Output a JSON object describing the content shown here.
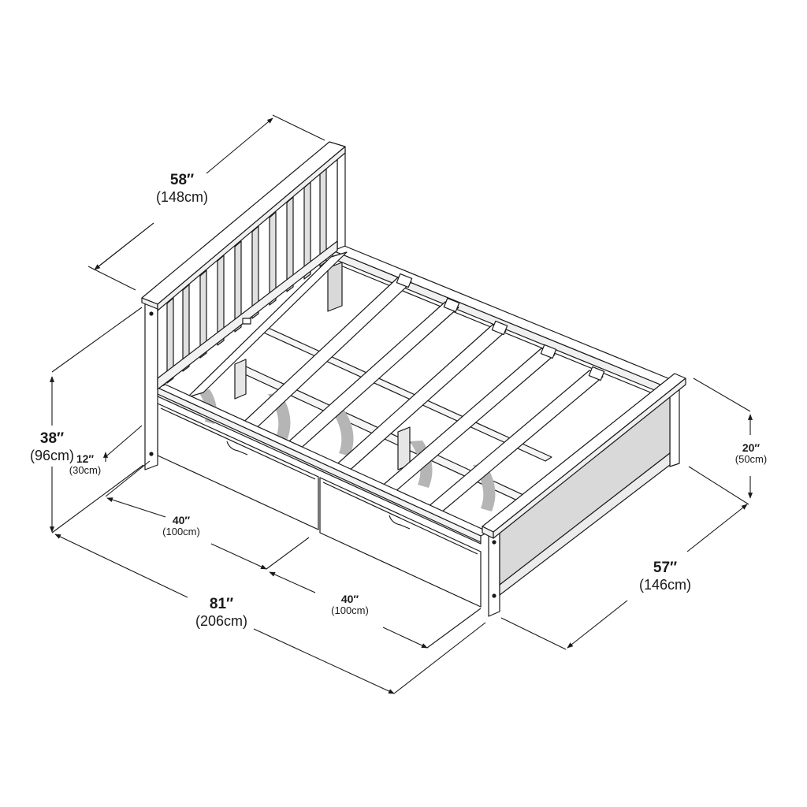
{
  "diagram": {
    "subject": "Full-size bed with headboard, footboard, slat support and two under-bed storage drawers",
    "colors": {
      "line": "#1a1a1a",
      "fill": "#ffffff",
      "panel": "#d9d9d9",
      "shadow": "#b5b5b5"
    }
  },
  "dimensions": {
    "headboard_width": {
      "imperial": "58″",
      "metric": "(148cm)"
    },
    "headboard_height": {
      "imperial": "38″",
      "metric": "(96cm)"
    },
    "clearance_height": {
      "imperial": "12″",
      "metric": "(30cm)"
    },
    "drawer_1_length": {
      "imperial": "40″",
      "metric": "(100cm)"
    },
    "drawer_2_length": {
      "imperial": "40″",
      "metric": "(100cm)"
    },
    "total_length": {
      "imperial": "81″",
      "metric": "(206cm)"
    },
    "total_width": {
      "imperial": "57″",
      "metric": "(146cm)"
    },
    "footboard_height": {
      "imperial": "20″",
      "metric": "(50cm)"
    }
  }
}
